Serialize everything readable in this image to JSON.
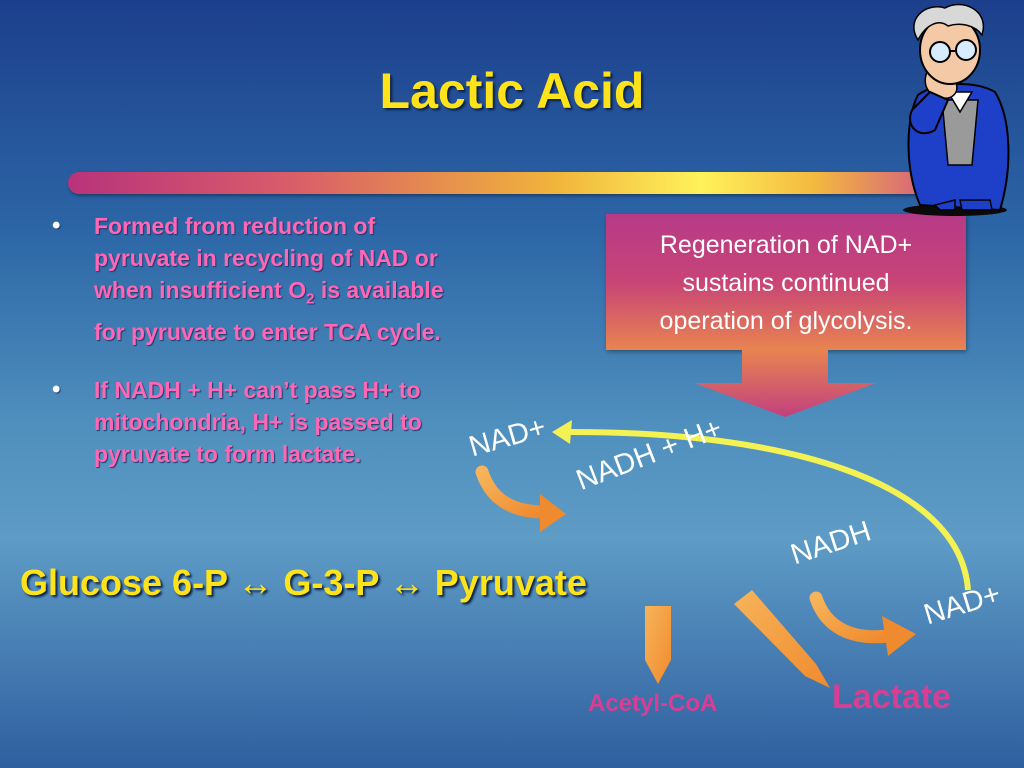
{
  "slide": {
    "title": "Lactic Acid",
    "bullets": [
      {
        "marker": "•",
        "line1": "Formed from reduction of",
        "line2": "pyruvate in recycling of NAD or",
        "line3a": "when insufficient O",
        "line3sub": "2",
        "line3b": " is available",
        "line4": "for pyruvate to enter TCA cycle."
      },
      {
        "marker": "•",
        "line1": "If NADH + H+ can’t pass H+ to",
        "line2": "mitochondria, H+ is passed to",
        "line3": "pyruvate to form lactate."
      }
    ],
    "callout": {
      "line1": "Regeneration of NAD+",
      "line2": "sustains continued",
      "line3": "operation of glycolysis."
    },
    "diagram": {
      "nad_top": "NAD+",
      "nadh_h": "NADH + H+",
      "nadh": "NADH",
      "nad_bottom": "NAD+",
      "pathway": "Glucose 6-P  ↔ G-3-P ↔ Pyruvate",
      "acetyl": "Acetyl-CoA",
      "lactate": "Lactate"
    },
    "colors": {
      "title": "#ffe31a",
      "bullet_text": "#ff66b3",
      "pathway": "#ffe31a",
      "product": "#d63f94",
      "arrow_orange": "#f59a3c",
      "cycle_arrow": "#f4f252"
    },
    "icons": [
      "thinking-professor-icon"
    ]
  }
}
